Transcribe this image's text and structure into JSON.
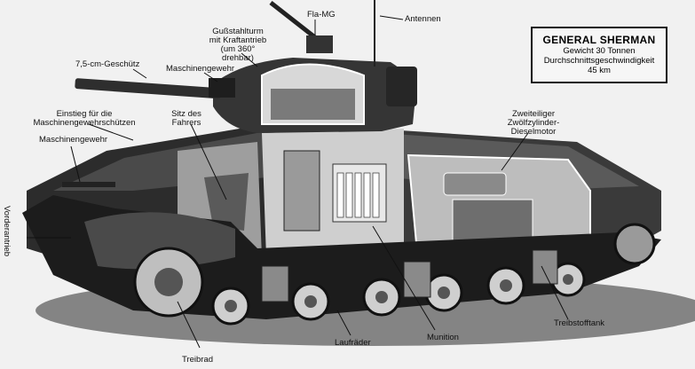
{
  "title_box": {
    "name": "GENERAL SHERMAN",
    "weight": "Gewicht 30 Tonnen",
    "speed_label": "Durchschnittsgeschwindigkeit",
    "speed_value": "45 km"
  },
  "labels": {
    "fla_mg": "Fla-MG",
    "antennen": "Antennen",
    "turret_1": "Gußstahlturm",
    "turret_2": "mit Kraftantrieb",
    "turret_3": "(um 360°",
    "turret_4": "drehbar)",
    "gun": "7,5-cm-Geschütz",
    "mg_turret": "Maschinengewehr",
    "entry_1": "Einstieg für die",
    "entry_2": "Maschinengewehrschützen",
    "driver_1": "Sitz des",
    "driver_2": "Fahrers",
    "mg_hull": "Maschinengewehr",
    "engine_1": "Zweiteiliger",
    "engine_2": "Zwölfzylinder-",
    "engine_3": "Dieselmotor",
    "front_drive": "Vorderantrieb",
    "fuel_tank": "Treibstofftank",
    "wheels": "Laufräder",
    "ammo": "Munition",
    "sprocket": "Treibrad"
  }
}
